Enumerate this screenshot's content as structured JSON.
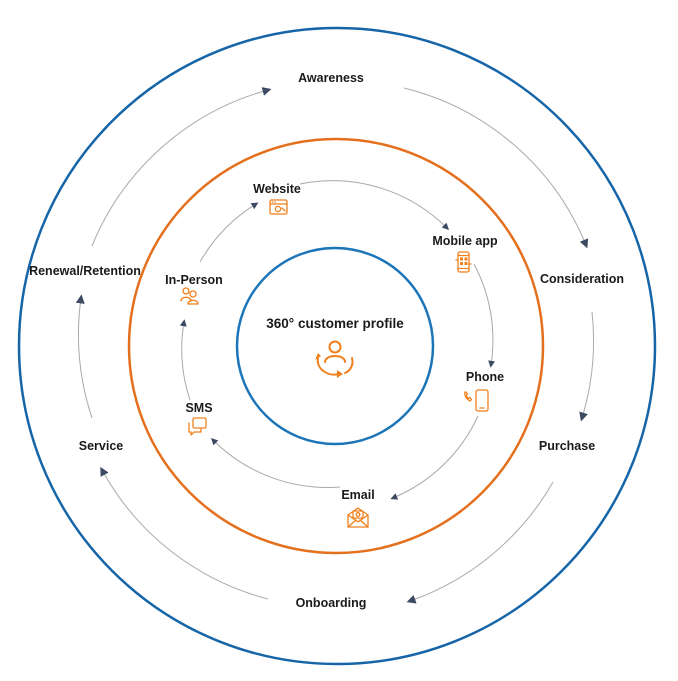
{
  "center": {
    "title": "360° customer profile",
    "icon": "customer-cycle-icon"
  },
  "lifecycle_stages": [
    {
      "id": "awareness",
      "label": "Awareness"
    },
    {
      "id": "consideration",
      "label": "Consideration"
    },
    {
      "id": "purchase",
      "label": "Purchase"
    },
    {
      "id": "onboarding",
      "label": "Onboarding"
    },
    {
      "id": "service",
      "label": "Service"
    },
    {
      "id": "renewal",
      "label": "Renewal/Retention"
    }
  ],
  "channels": [
    {
      "id": "website",
      "label": "Website",
      "icon": "browser-icon"
    },
    {
      "id": "mobile",
      "label": "Mobile app",
      "icon": "mobile-app-icon"
    },
    {
      "id": "phone",
      "label": "Phone",
      "icon": "phone-icon"
    },
    {
      "id": "email",
      "label": "Email",
      "icon": "email-icon"
    },
    {
      "id": "sms",
      "label": "SMS",
      "icon": "chat-bubbles-icon"
    },
    {
      "id": "inperson",
      "label": "In-Person",
      "icon": "people-icon"
    }
  ],
  "colors": {
    "outer_ring": "#1565a8",
    "middle_ring": "#e4701e",
    "inner_ring": "#1b75b8",
    "icon": "#f07f1c",
    "arrow": "#3d4a63",
    "arc": "#a9a9a9",
    "text": "#1a1a1a"
  }
}
